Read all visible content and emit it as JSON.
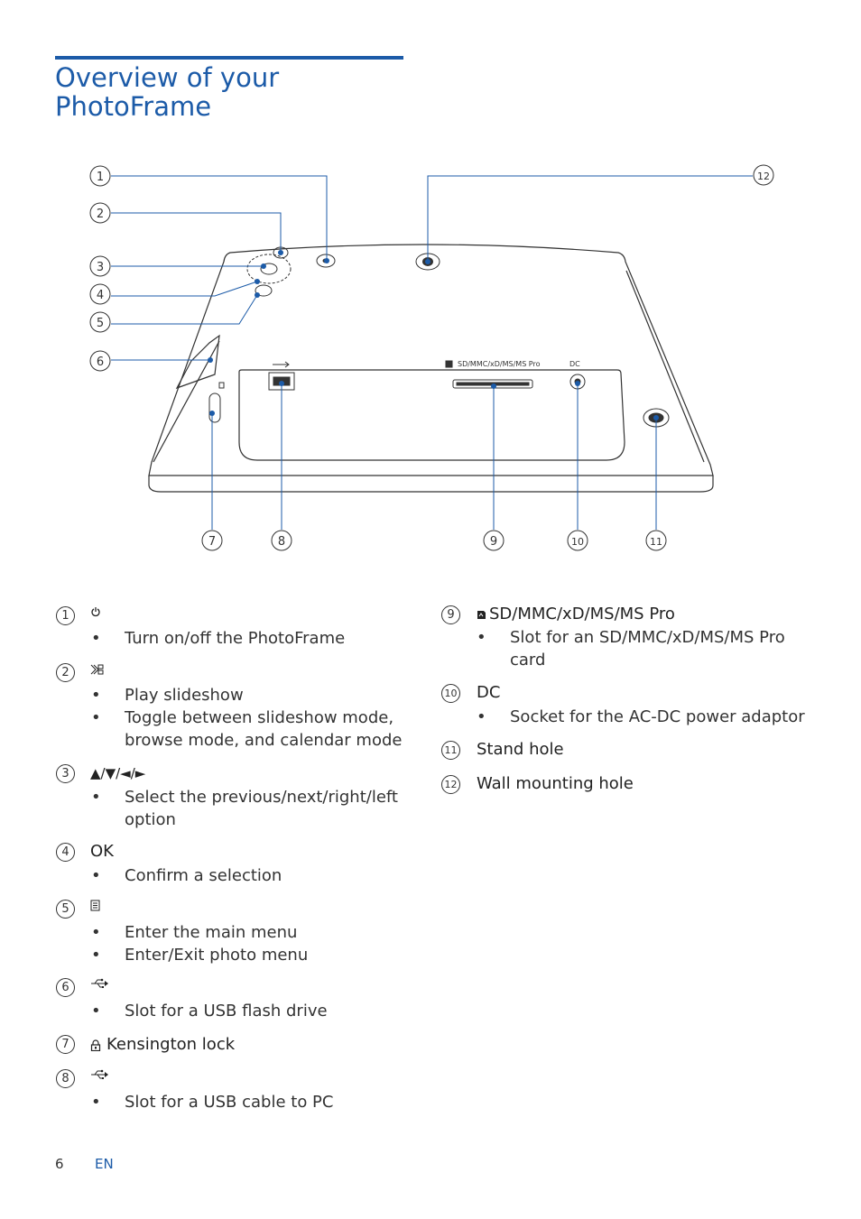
{
  "title": {
    "line1": "Overview of your",
    "line2": "PhotoFrame"
  },
  "diagram": {
    "callouts": [
      "1",
      "2",
      "3",
      "4",
      "5",
      "6",
      "7",
      "8",
      "9",
      "10",
      "11",
      "12"
    ],
    "label_card": "SD/MMC/xD/MS/MS Pro",
    "label_dc": "DC"
  },
  "items": [
    {
      "num": "1",
      "icon": "power-icon",
      "label": "",
      "bullets": [
        "Turn on/off the PhotoFrame"
      ]
    },
    {
      "num": "2",
      "icon": "slideshow-icon",
      "label": "",
      "bullets": [
        "Play slideshow",
        "Toggle between slideshow mode, browse mode, and calendar mode"
      ]
    },
    {
      "num": "3",
      "icon": "",
      "label": "▲/▼/◄/►",
      "bullets": [
        "Select the previous/next/right/left option"
      ]
    },
    {
      "num": "4",
      "icon": "",
      "label": "OK",
      "bullets": [
        "Confirm a selection"
      ]
    },
    {
      "num": "5",
      "icon": "menu-icon",
      "label": "",
      "bullets": [
        "Enter the main menu",
        "Enter/Exit photo menu"
      ]
    },
    {
      "num": "6",
      "icon": "usb-icon",
      "label": "",
      "bullets": [
        "Slot for a USB flash drive"
      ]
    },
    {
      "num": "7",
      "icon": "lock-icon",
      "label": "Kensington lock",
      "bullets": []
    },
    {
      "num": "8",
      "icon": "usb-icon",
      "label": "",
      "bullets": [
        "Slot for a USB cable to PC"
      ]
    },
    {
      "num": "9",
      "icon": "card-icon",
      "label": "SD/MMC/xD/MS/MS Pro",
      "bullets": [
        "Slot for an SD/MMC/xD/MS/MS Pro card"
      ]
    },
    {
      "num": "10",
      "icon": "",
      "label": "DC",
      "bullets": [
        "Socket for the AC-DC power adaptor"
      ]
    },
    {
      "num": "11",
      "icon": "",
      "label": "Stand hole",
      "bullets": []
    },
    {
      "num": "12",
      "icon": "",
      "label": "Wall mounting hole",
      "bullets": []
    }
  ],
  "footer": {
    "page": "6",
    "lang": "EN"
  },
  "colors": {
    "accent": "#1c5ba8",
    "line": "#1c5ba8"
  }
}
